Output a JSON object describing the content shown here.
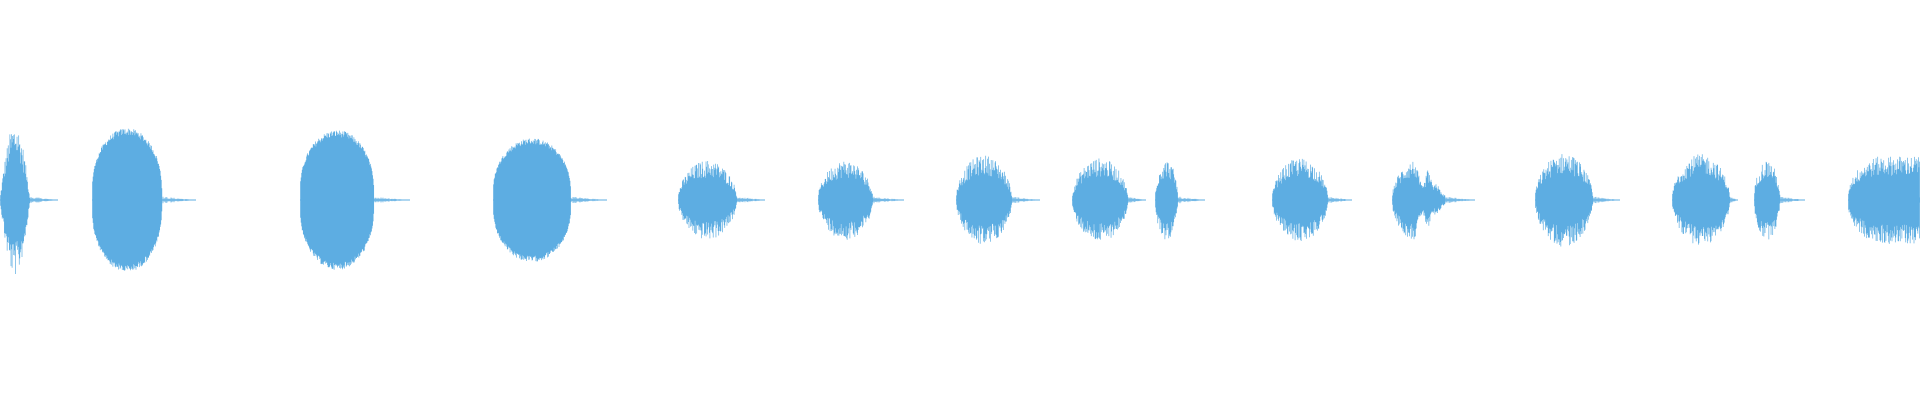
{
  "waveform": {
    "color": "#5dade2",
    "background": "#ffffff",
    "channels": 1,
    "style": "dense-vertical-lines",
    "segment_count": 17
  }
}
